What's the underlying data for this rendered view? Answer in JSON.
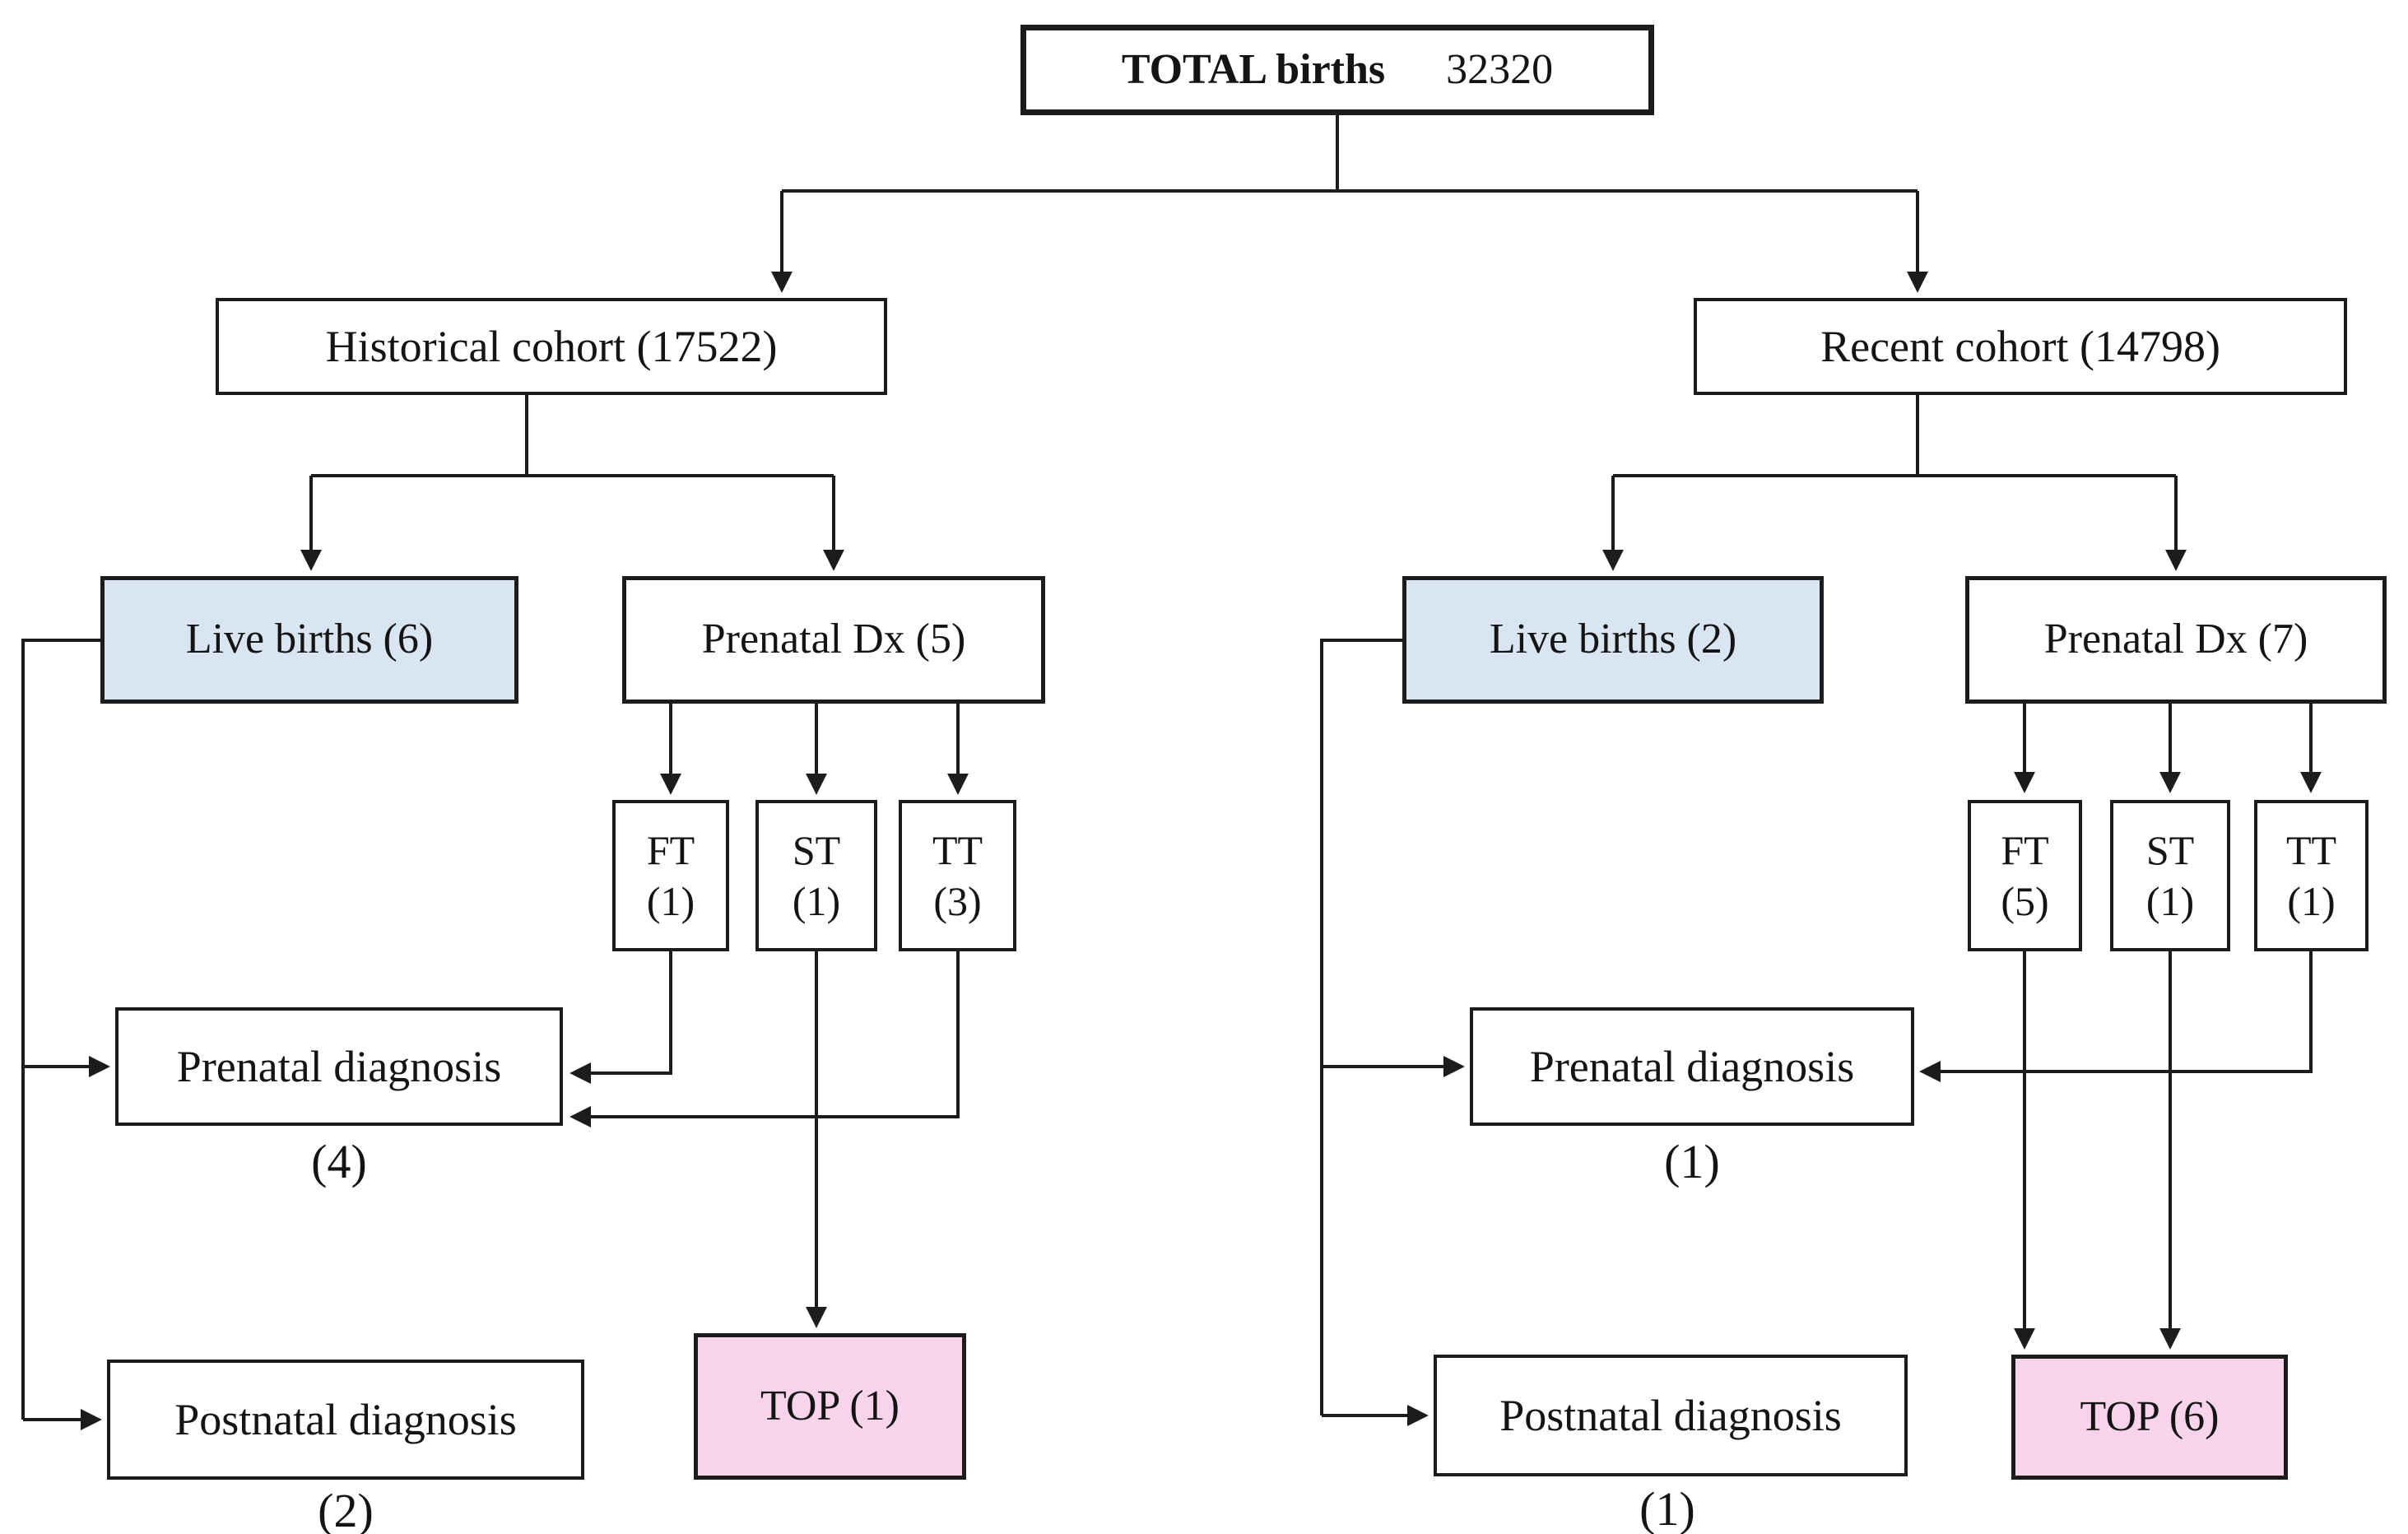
{
  "diagram": {
    "total": {
      "label": "TOTAL births",
      "value": "32320"
    },
    "historical": {
      "label": "Historical cohort (17522)"
    },
    "recent": {
      "label": "Recent cohort (14798)"
    },
    "left": {
      "live_births": "Live births (6)",
      "prenatal_dx": "Prenatal Dx (5)",
      "ft_label": "FT",
      "ft_count": "(1)",
      "st_label": "ST",
      "st_count": "(1)",
      "tt_label": "TT",
      "tt_count": "(3)",
      "prenatal_diagnosis": "Prenatal diagnosis",
      "prenatal_diagnosis_count": "(4)",
      "postnatal_diagnosis": "Postnatal diagnosis",
      "postnatal_diagnosis_count": "(2)",
      "top": "TOP (1)"
    },
    "right": {
      "live_births": "Live births (2)",
      "prenatal_dx": "Prenatal Dx (7)",
      "ft_label": "FT",
      "ft_count": "(5)",
      "st_label": "ST",
      "st_count": "(1)",
      "tt_label": "TT",
      "tt_count": "(1)",
      "prenatal_diagnosis": "Prenatal diagnosis",
      "prenatal_diagnosis_count": "(1)",
      "postnatal_diagnosis": "Postnatal diagnosis",
      "postnatal_diagnosis_count": "(1)",
      "top": "TOP (6)"
    },
    "edges": [
      {
        "from": "total-births",
        "to": "historical-cohort"
      },
      {
        "from": "total-births",
        "to": "recent-cohort"
      },
      {
        "from": "historical-cohort",
        "to": "live-births-left"
      },
      {
        "from": "historical-cohort",
        "to": "prenatal-dx-left"
      },
      {
        "from": "prenatal-dx-left",
        "to": "ft-left"
      },
      {
        "from": "prenatal-dx-left",
        "to": "st-left"
      },
      {
        "from": "prenatal-dx-left",
        "to": "tt-left"
      },
      {
        "from": "ft-left",
        "to": "prenatal-diagnosis-left"
      },
      {
        "from": "tt-left",
        "to": "prenatal-diagnosis-left"
      },
      {
        "from": "st-left",
        "to": "top-left"
      },
      {
        "from": "live-births-left",
        "to": "prenatal-diagnosis-left"
      },
      {
        "from": "live-births-left",
        "to": "postnatal-diagnosis-left"
      },
      {
        "from": "recent-cohort",
        "to": "live-births-right"
      },
      {
        "from": "recent-cohort",
        "to": "prenatal-dx-right"
      },
      {
        "from": "prenatal-dx-right",
        "to": "ft-right"
      },
      {
        "from": "prenatal-dx-right",
        "to": "st-right"
      },
      {
        "from": "prenatal-dx-right",
        "to": "tt-right"
      },
      {
        "from": "ft-right",
        "to": "top-right"
      },
      {
        "from": "st-right",
        "to": "top-right"
      },
      {
        "from": "tt-right",
        "to": "prenatal-diagnosis-right"
      },
      {
        "from": "live-births-right",
        "to": "prenatal-diagnosis-right"
      },
      {
        "from": "live-births-right",
        "to": "postnatal-diagnosis-right"
      }
    ],
    "colors": {
      "live_births_fill": "#d9e6f2",
      "top_fill": "#f7d4ec",
      "line": "#1c1c1c"
    }
  }
}
